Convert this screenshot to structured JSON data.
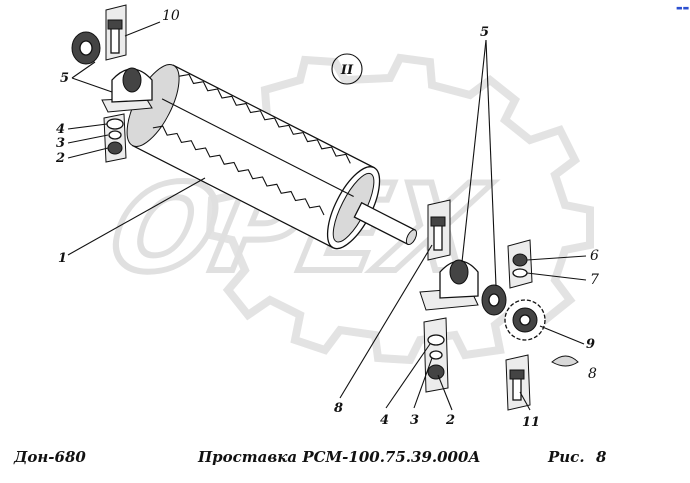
{
  "watermark": {
    "text": "OPEX",
    "color": "#e6e6e6"
  },
  "view_marker": "II",
  "callouts": {
    "c1": "1",
    "c2a": "2",
    "c3a": "3",
    "c4a": "4",
    "c5a": "5",
    "c10": "10",
    "c5b": "5",
    "c6": "6",
    "c7": "7",
    "c9": "9",
    "c8a": "8",
    "c8b": "8",
    "c4b": "4",
    "c3b": "3",
    "c2b": "2",
    "c11": "11"
  },
  "footer": {
    "model": "Дон-680",
    "title": "Проставка РСМ-100.75.39.000А",
    "fig_prefix": "Рис.",
    "fig_number": "8"
  },
  "corner_mark": "▬▬"
}
